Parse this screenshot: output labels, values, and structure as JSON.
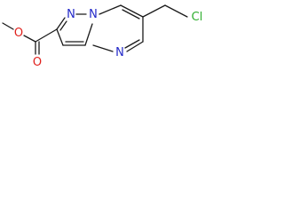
{
  "molecule": {
    "atoms": {
      "methyl_oxygen": "O",
      "carbonyl_oxygen": "O",
      "bridgehead_nitrogen": "N",
      "pyrazole_nitrogen": "N",
      "pyrimidine_nitrogen": "N",
      "chlorine": "Cl"
    },
    "colors": {
      "bond": "#1a1a1a",
      "oxygen": "#e0201c",
      "nitrogen": "#2228c8",
      "chlorine": "#2fae2f"
    }
  }
}
